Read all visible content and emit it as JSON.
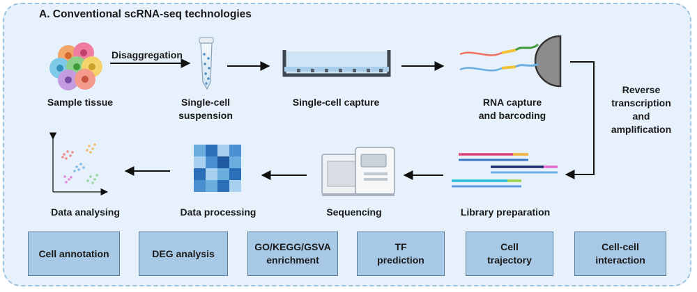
{
  "diagram": {
    "title": "A. Conventional scRNA-seq technologies",
    "row1": {
      "disaggregation": "Disaggregation",
      "sample_tissue": "Sample tissue",
      "single_cell_suspension": [
        "Single-cell",
        "suspension"
      ],
      "single_cell_capture": "Single-cell capture",
      "rna_capture": [
        "RNA capture",
        "and barcoding"
      ]
    },
    "side_step": [
      "Reverse",
      "transcription",
      "and",
      "amplification"
    ],
    "row2": {
      "data_analysing": "Data analysing",
      "data_processing": "Data processing",
      "sequencing": "Sequencing",
      "library_preparation": "Library preparation"
    },
    "boxes": [
      [
        "Cell annotation"
      ],
      [
        "DEG analysis"
      ],
      [
        "GO/KEGG/GSVA",
        "enrichment"
      ],
      [
        "TF",
        "prediction"
      ],
      [
        "Cell",
        "trajectory"
      ],
      [
        "Cell-cell",
        "interaction"
      ]
    ]
  }
}
